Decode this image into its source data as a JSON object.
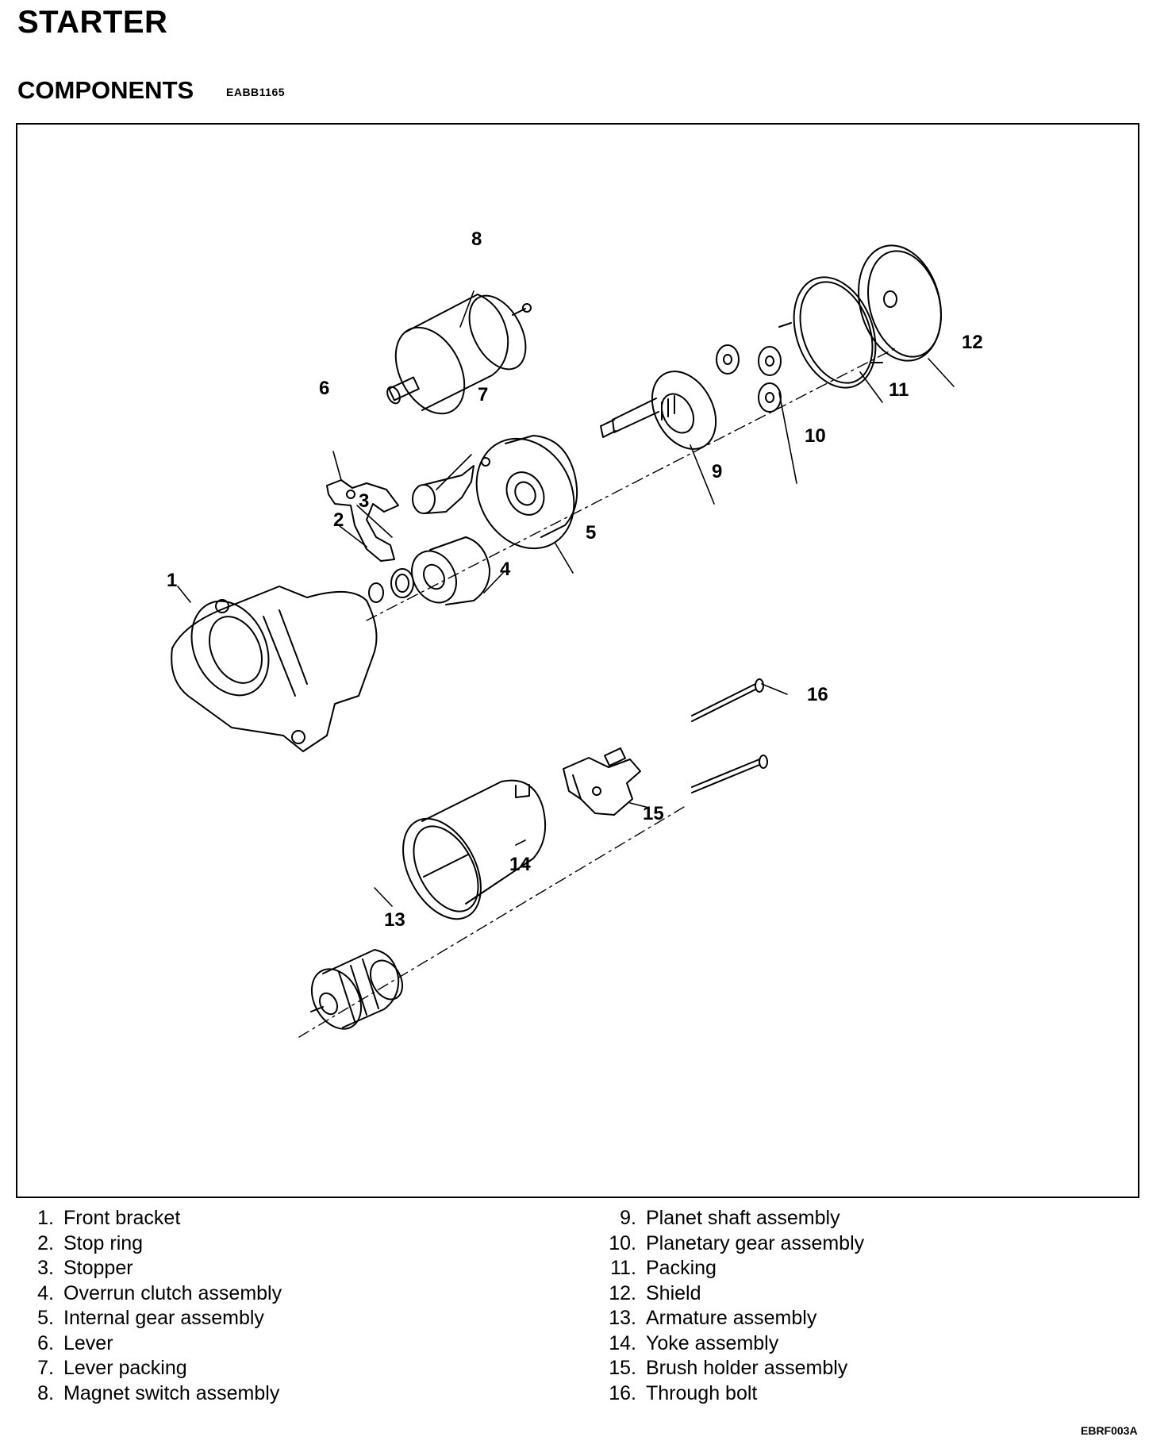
{
  "page": {
    "title": "STARTER",
    "subtitle": "COMPONENTS",
    "section_code": "EABB1165",
    "figure_code": "EBRF003A"
  },
  "diagram": {
    "callouts": [
      "1",
      "2",
      "3",
      "4",
      "5",
      "6",
      "7",
      "8",
      "9",
      "10",
      "11",
      "12",
      "13",
      "14",
      "15",
      "16"
    ]
  },
  "legend": [
    {
      "num": "1.",
      "label": "Front bracket"
    },
    {
      "num": "2.",
      "label": "Stop ring"
    },
    {
      "num": "3.",
      "label": "Stopper"
    },
    {
      "num": "4.",
      "label": "Overrun clutch assembly"
    },
    {
      "num": "5.",
      "label": "Internal gear assembly"
    },
    {
      "num": "6.",
      "label": "Lever"
    },
    {
      "num": "7.",
      "label": "Lever packing"
    },
    {
      "num": "8.",
      "label": "Magnet switch assembly"
    },
    {
      "num": "9.",
      "label": "Planet shaft assembly"
    },
    {
      "num": "10.",
      "label": "Planetary gear assembly"
    },
    {
      "num": "11.",
      "label": "Packing"
    },
    {
      "num": "12.",
      "label": "Shield"
    },
    {
      "num": "13.",
      "label": "Armature assembly"
    },
    {
      "num": "14.",
      "label": "Yoke assembly"
    },
    {
      "num": "15.",
      "label": "Brush holder assembly"
    },
    {
      "num": "16.",
      "label": "Through bolt"
    }
  ]
}
